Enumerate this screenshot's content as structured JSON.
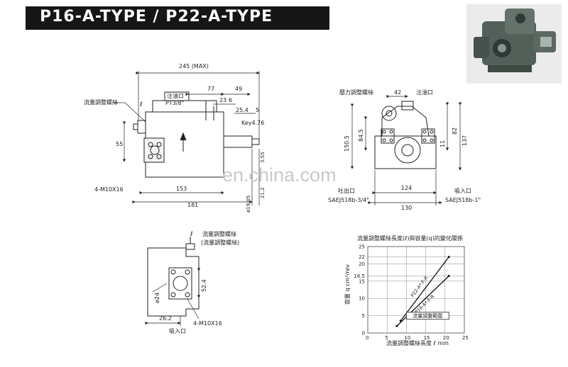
{
  "header": {
    "title": "P16-A-TYPE / P22-A-TYPE",
    "photo_icon": "hydraulic-pump-photo"
  },
  "side_view": {
    "dim_245": "245 (MAX)",
    "dim_77": "77",
    "dim_49": "49",
    "dim_23": "23",
    "dim_6": "6",
    "dim_25_4": "25.4",
    "dim_5": "5",
    "dim_55": "55",
    "dim_153": "153",
    "dim_181": "181",
    "dim_19_05": "ø19.05",
    "dim_21_2": "21.2",
    "dim_3_55": "3.55",
    "flow_screw": "流量調整螺絲",
    "l_mark": "ℓ",
    "fill_port": "注油口",
    "fill_port_thread": "PT3/8\"",
    "key": "Key4.76",
    "bolt": "4-M10X16"
  },
  "front_view": {
    "pressure_screw": "壓力調整螺絲",
    "fill_port": "注油口",
    "dim_42": "42",
    "dim_150_5": "150.5",
    "dim_84_5": "84.5",
    "dim_11": "11",
    "dim_82": "82",
    "dim_137": "137",
    "dim_124": "124",
    "dim_130": "130",
    "outlet": "吐出口",
    "outlet_std": "SAEJ518b-3/4\"",
    "inlet": "吸入口",
    "inlet_std": "SAEJ518b-1\""
  },
  "bottom_view": {
    "l_mark": "ℓ",
    "flow_screw_1": "流量調整螺絲",
    "flow_screw_2": "(流量調整螺絲)",
    "dim_24": "ø24",
    "dim_52_4": "52.4",
    "dim_26_2": "26.2",
    "bolt": "4-M10X16",
    "inlet": "吸入口"
  },
  "chart_data": {
    "type": "line",
    "title": "流量調整螺絲長度(ℓ)與容量(q)的變化關係",
    "xlabel": "流量調整螺絲長度 ℓ mm",
    "ylabel": "容量 q cm³/rev",
    "xlim": [
      0,
      25
    ],
    "ylim": [
      0,
      25
    ],
    "xticks": [
      "0",
      "5",
      "10",
      "15",
      "20",
      "25"
    ],
    "yticks": [
      "0",
      "5",
      "10",
      "15",
      "16.5",
      "20",
      "22",
      "25"
    ],
    "grid": true,
    "series": [
      {
        "name": "P22-A*-F-R",
        "x": [
          8.5,
          21
        ],
        "y": [
          3.5,
          22
        ]
      },
      {
        "name": "P16-A*-F-R",
        "x": [
          7.5,
          21
        ],
        "y": [
          2,
          16.5
        ]
      }
    ],
    "annotation": "流量調整範圍"
  },
  "watermark": "en.china.com",
  "colors": {
    "title_bg": "#161616",
    "title_fg": "#ffffff",
    "line": "#222222"
  }
}
